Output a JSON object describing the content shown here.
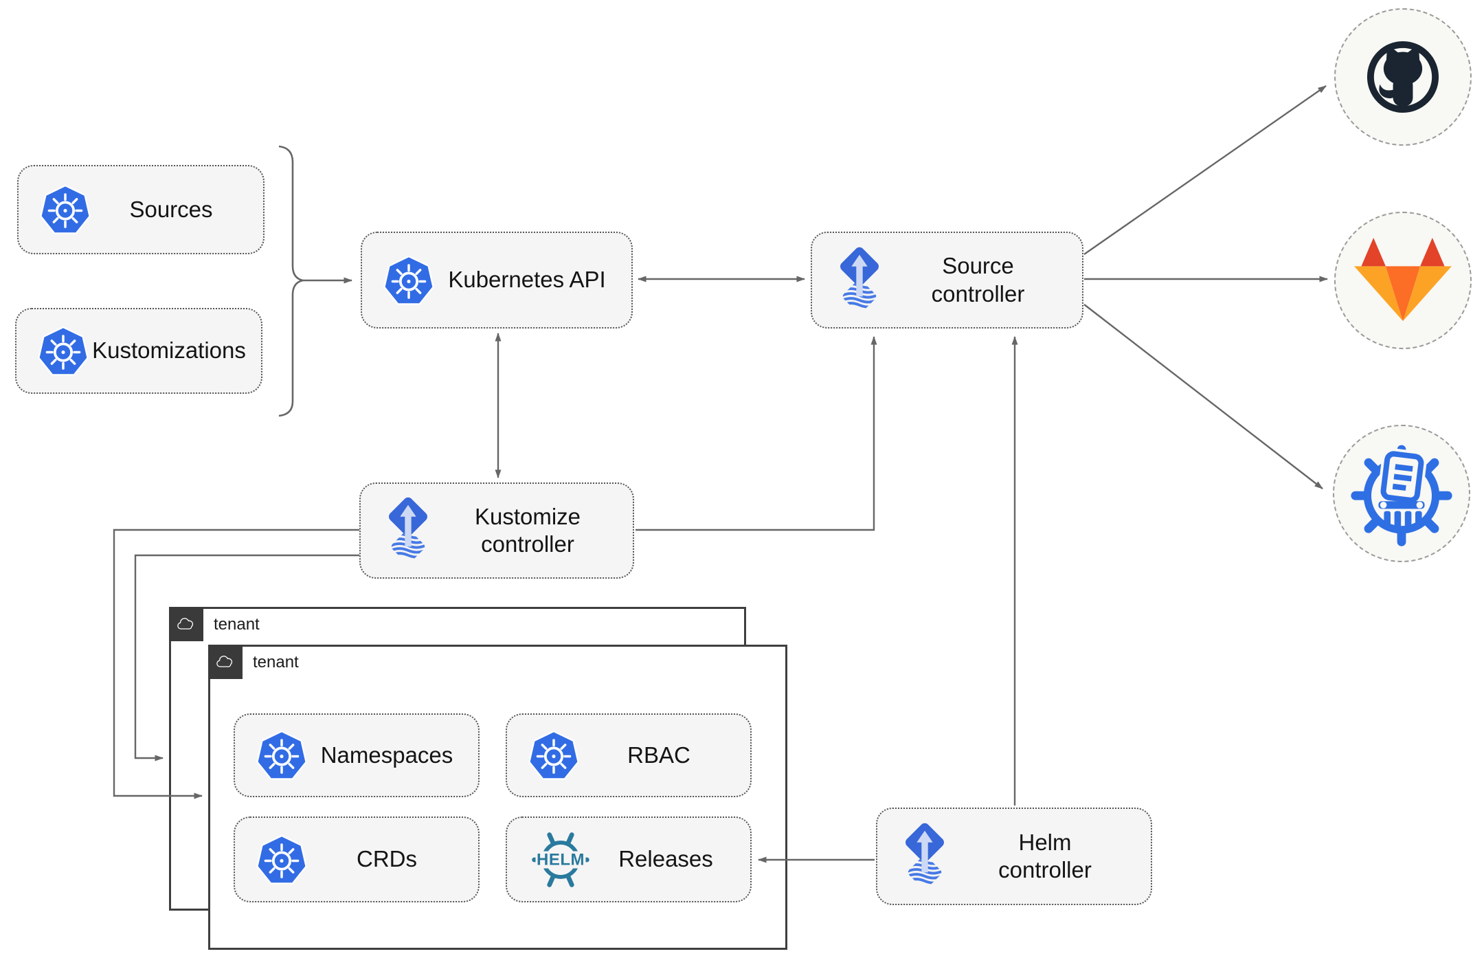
{
  "nodes": {
    "sources": {
      "label": "Sources",
      "icon": "kubernetes-icon"
    },
    "kustomizations": {
      "label": "Kustomizations",
      "icon": "kubernetes-icon"
    },
    "kubernetes_api": {
      "label": "Kubernetes API",
      "icon": "kubernetes-icon"
    },
    "source_controller": {
      "line1": "Source",
      "line2": "controller",
      "icon": "flux-icon"
    },
    "kustomize_controller": {
      "line1": "Kustomize",
      "line2": "controller",
      "icon": "flux-icon"
    },
    "helm_controller": {
      "line1": "Helm",
      "line2": "controller",
      "icon": "flux-icon"
    },
    "namespaces": {
      "label": "Namespaces",
      "icon": "kubernetes-icon"
    },
    "rbac": {
      "label": "RBAC",
      "icon": "kubernetes-icon"
    },
    "crds": {
      "label": "CRDs",
      "icon": "kubernetes-icon"
    },
    "releases": {
      "label": "Releases",
      "icon": "helm-icon",
      "helm_logo_text": "HELM"
    }
  },
  "tenants": {
    "back": {
      "label": "tenant",
      "icon": "cloud-icon"
    },
    "front": {
      "label": "tenant",
      "icon": "cloud-icon"
    }
  },
  "endpoints": {
    "github": {
      "icon": "github-icon"
    },
    "gitlab": {
      "icon": "gitlab-icon"
    },
    "artifacts": {
      "icon": "artifact-repository-icon"
    }
  },
  "edges": [
    {
      "from": "sources-and-kustomizations-brace",
      "to": "kubernetes_api",
      "arrow": "end"
    },
    {
      "from": "kubernetes_api",
      "to": "source_controller",
      "arrow": "both"
    },
    {
      "from": "kubernetes_api",
      "to": "kustomize_controller",
      "arrow": "both"
    },
    {
      "from": "kustomize_controller",
      "to": "source_controller",
      "arrow": "end"
    },
    {
      "from": "helm_controller",
      "to": "source_controller",
      "arrow": "end"
    },
    {
      "from": "kustomize_controller",
      "to": "tenant-front",
      "arrow": "end"
    },
    {
      "from": "kustomize_controller",
      "to": "tenant-back",
      "arrow": "end"
    },
    {
      "from": "helm_controller",
      "to": "releases",
      "arrow": "end"
    },
    {
      "from": "source_controller",
      "to": "github",
      "arrow": "end"
    },
    {
      "from": "source_controller",
      "to": "gitlab",
      "arrow": "end"
    },
    {
      "from": "source_controller",
      "to": "artifacts",
      "arrow": "end"
    }
  ],
  "colors": {
    "kubernetes_blue": "#326ce5",
    "flux_blue": "#3767d8",
    "flux_stripes": "#477ae5",
    "flux_arrow_light": "#cdd9f4",
    "helm_teal": "#2a7a9e",
    "github_dark": "#1a2531",
    "gitlab_red_orange": "#e24329",
    "gitlab_orange": "#fc6d26",
    "gitlab_yellow_orange": "#fca326",
    "artifact_blue": "#2f6fe4",
    "node_fill": "#f5f5f5",
    "node_border": "#545454",
    "tenant_border": "#3f3f3f",
    "edge_gray": "#666666",
    "endpoint_fill": "#f8f8f4"
  }
}
